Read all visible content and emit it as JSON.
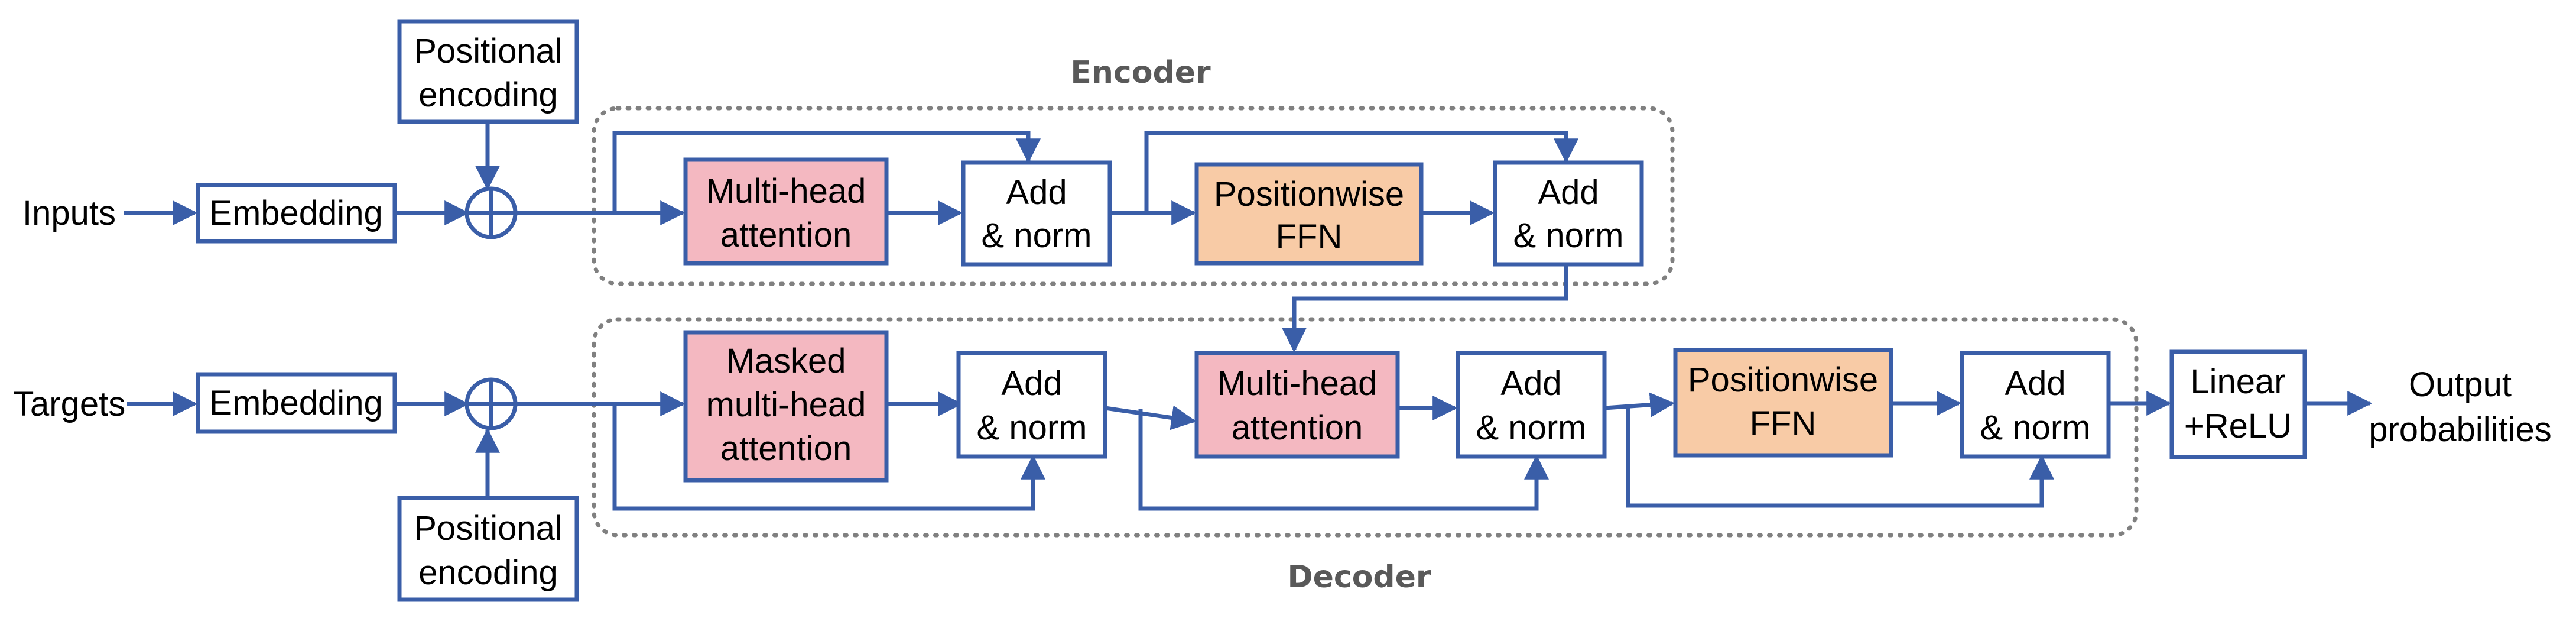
{
  "colors": {
    "line": "#3a5ea8",
    "box_border": "#3a5ea8",
    "attention_fill": "#f4b8c1",
    "ffn_fill": "#f8cba6",
    "plain_fill": "#ffffff",
    "group_border": "#808080",
    "group_label": "#595959"
  },
  "labels": {
    "inputs": "Inputs",
    "targets": "Targets",
    "output_line1": "Output",
    "output_line2": "probabilities",
    "encoder": "Encoder",
    "decoder": "Decoder"
  },
  "boxes": {
    "enc_posenc": [
      "Positional",
      "encoding"
    ],
    "enc_embed": [
      "Embedding"
    ],
    "enc_mha": [
      "Multi-head",
      "attention"
    ],
    "enc_addnorm1": [
      "Add",
      "& norm"
    ],
    "enc_ffn": [
      "Positionwise",
      "FFN"
    ],
    "enc_addnorm2": [
      "Add",
      "& norm"
    ],
    "dec_embed": [
      "Embedding"
    ],
    "dec_posenc": [
      "Positional",
      "encoding"
    ],
    "dec_masked": [
      "Masked",
      "multi-head",
      "attention"
    ],
    "dec_addnorm1": [
      "Add",
      "& norm"
    ],
    "dec_mha": [
      "Multi-head",
      "attention"
    ],
    "dec_addnorm2": [
      "Add",
      "& norm"
    ],
    "dec_ffn": [
      "Positionwise",
      "FFN"
    ],
    "dec_addnorm3": [
      "Add",
      "& norm"
    ],
    "linear": [
      "Linear",
      "+ReLU"
    ]
  }
}
